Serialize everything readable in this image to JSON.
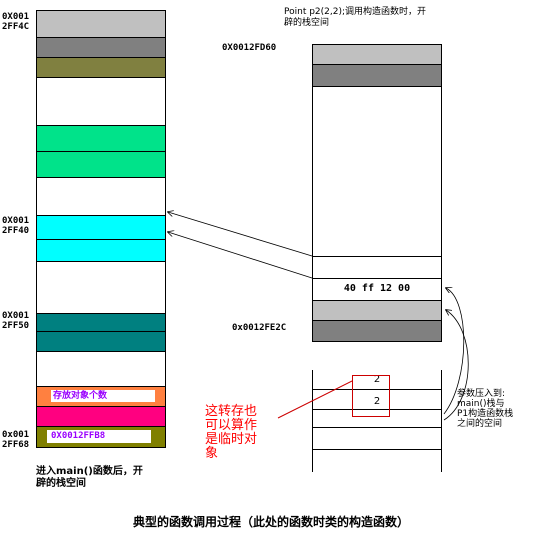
{
  "left_addresses": {
    "a1": {
      "line1": "0X001",
      "line2": "2FF4C"
    },
    "a2": {
      "line1": "0X001",
      "line2": "2FF40"
    },
    "a3": {
      "line1": "0X001",
      "line2": "2FF50"
    },
    "a4": {
      "line1": "0x001",
      "line2": "2FF68"
    }
  },
  "left_stack": {
    "count_label": "存放对象个数",
    "ptr_value": "0X0012FFB8",
    "caption_line1": "进入main()函数后，开",
    "caption_line2": "辟的栈空间"
  },
  "right_stack": {
    "top_caption_line1": "Point p2(2,2);调用构造函数时，开",
    "top_caption_line2": "辟的栈空间",
    "top_address": "0X0012FD60",
    "value_cell": "40 ff 12 00",
    "lower_address": "0x0012FE2C"
  },
  "param_stack": {
    "val1": "2",
    "val2": "2",
    "note_line1": "参数压入到:",
    "note_line2": "main()栈与",
    "note_line3": "P1构造函数栈",
    "note_line4": "之间的空间"
  },
  "temp_note": {
    "line1": "这转存也",
    "line2": "可以算作",
    "line3": "是临时对",
    "line4": "象"
  },
  "footer": {
    "title": "典型的函数调用过程（此处的函数时类的构造函数）"
  },
  "colors": {
    "gray_light": "#c0c0c0",
    "gray_mid": "#808080",
    "olive": "#808040",
    "green": "#00e38a",
    "cyan": "#00ffff",
    "teal": "#008080",
    "orange": "#ff8040",
    "magenta": "#ff0080",
    "olive_dark": "#808000",
    "red_note": "#ff0000"
  }
}
